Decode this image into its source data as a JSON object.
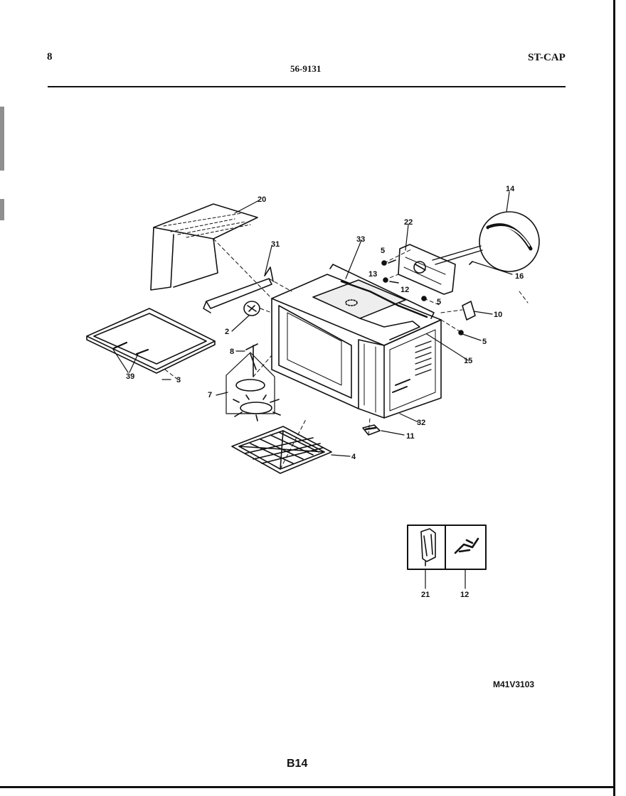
{
  "header": {
    "left": "8",
    "center": "56-9131",
    "right": "ST-CAP"
  },
  "callouts": {
    "c20": "20",
    "c31": "31",
    "c33": "33",
    "c22": "22",
    "c14": "14",
    "c5a": "5",
    "c13": "13",
    "c12a": "12",
    "c5b": "5",
    "c16": "16",
    "c10": "10",
    "c5c": "5",
    "c15": "15",
    "c2": "2",
    "c8": "8",
    "c39": "39",
    "c3": "3",
    "c7": "7",
    "c32": "32",
    "c11": "11",
    "c4": "4",
    "c21": "21",
    "c12b": "12"
  },
  "footer": {
    "model_code": "M41V3103",
    "page_code": "B14"
  }
}
